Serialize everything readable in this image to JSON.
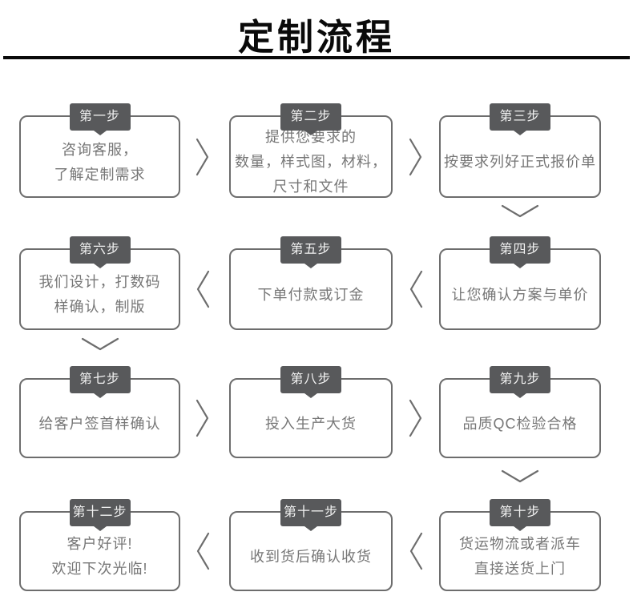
{
  "title": "定制流程",
  "steps": [
    {
      "tab": "第一步",
      "lines": [
        "咨询客服，",
        "了解定制需求"
      ]
    },
    {
      "tab": "第二步",
      "lines": [
        "提供您要求的",
        "数量，样式图，材料，",
        "尺寸和文件"
      ]
    },
    {
      "tab": "第三步",
      "lines": [
        "按要求列好正式报价单"
      ]
    },
    {
      "tab": "第四步",
      "lines": [
        "让您确认方案与单价"
      ]
    },
    {
      "tab": "第五步",
      "lines": [
        "下单付款或订金"
      ]
    },
    {
      "tab": "第六步",
      "lines": [
        "我们设计，打数码",
        "样确认，制版"
      ]
    },
    {
      "tab": "第七步",
      "lines": [
        "给客户签首样确认"
      ]
    },
    {
      "tab": "第八步",
      "lines": [
        "投入生产大货"
      ]
    },
    {
      "tab": "第九步",
      "lines": [
        "品质QC检验合格"
      ]
    },
    {
      "tab": "第十步",
      "lines": [
        "货运物流或者派车",
        "直接送货上门"
      ]
    },
    {
      "tab": "第十一步",
      "lines": [
        "收到货后确认收货"
      ]
    },
    {
      "tab": "第十二步",
      "lines": [
        "客户好评!",
        "欢迎下次光临!"
      ]
    }
  ],
  "colors": {
    "tab_bg": "#58595b",
    "tab_text": "#f2f2f2",
    "box_border": "#6d6d6d",
    "text": "#767676",
    "arrow": "#6d6d6d",
    "title": "#0a0a0a"
  }
}
